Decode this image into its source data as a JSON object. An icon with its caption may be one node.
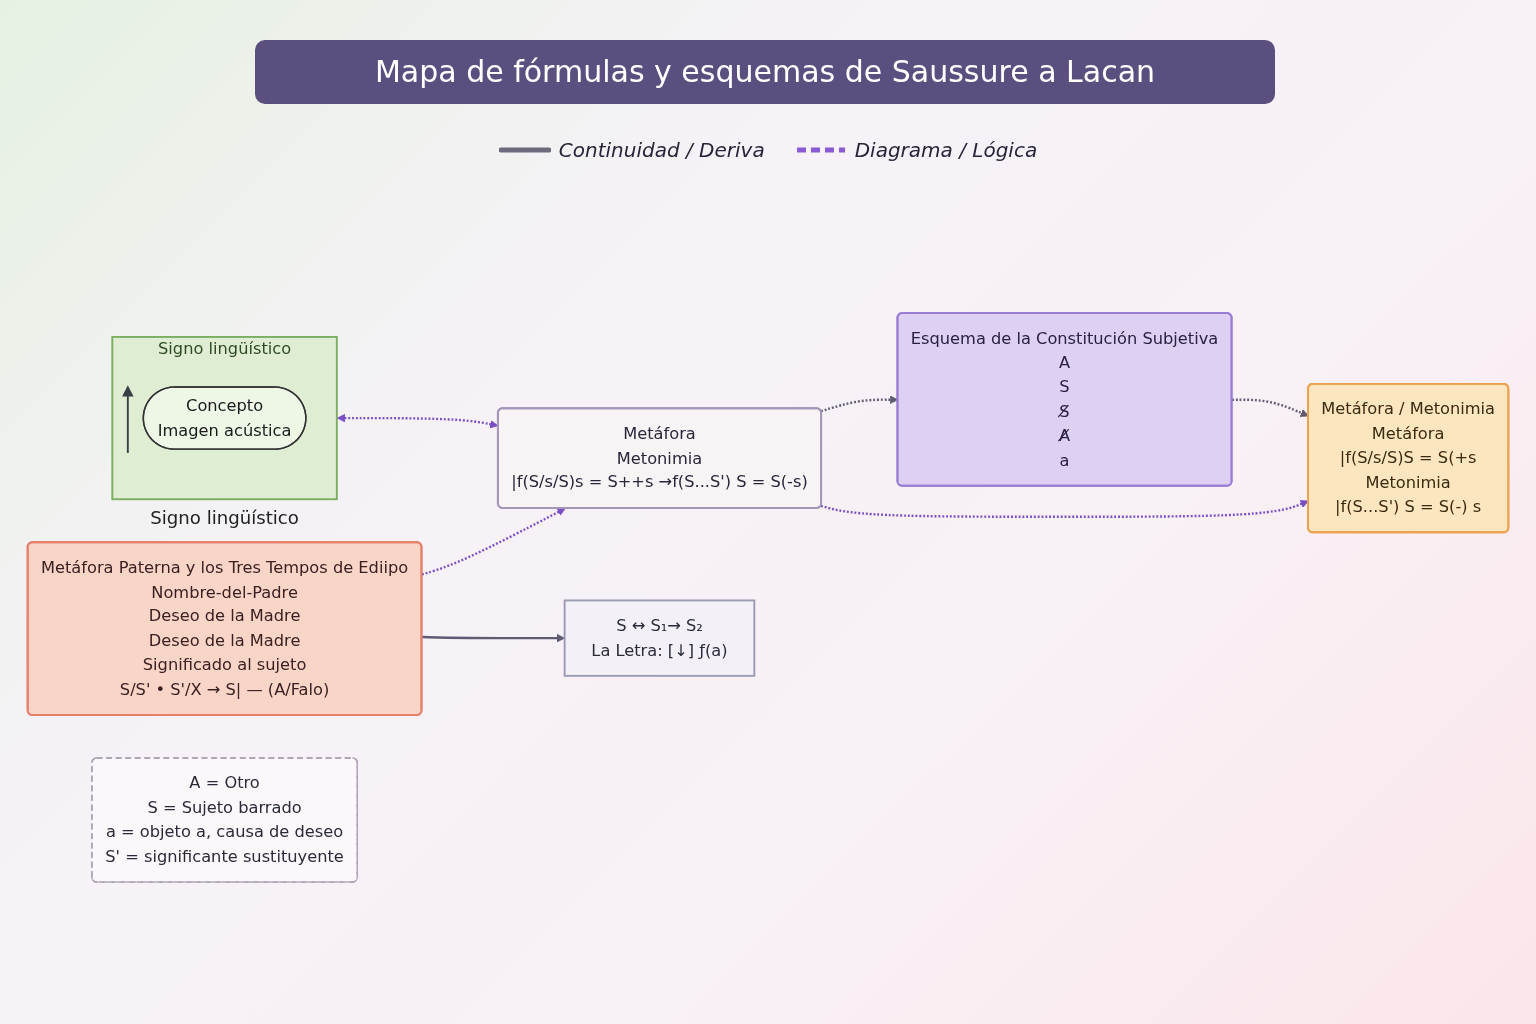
{
  "diagram": {
    "title": "Mapa de fórmulas y esquemas de Saussure a Lacan",
    "nodes": [
      {
        "text": [
          "Signo lingüístico"
        ],
        "beside": [
          "Signo lingüístico"
        ]
      },
      {
        "text": [
          "Concepto",
          "Imagen acústica"
        ],
        "in": 0
      },
      {
        "text": [
          "Metáfora",
          "Metonimia",
          "|f(S/s/S)s = S++s →f(S...S') S = S(-s)"
        ]
      },
      {
        "text": [
          "Esquema de la Constitución Subjetiva",
          "A",
          "S",
          "S̸",
          "A̸",
          "a"
        ]
      },
      {
        "text": [
          "Metáfora Paterna y los Tres Tempos de Ediipo",
          "Nombre-del-Padre",
          "Deseo de la Madre",
          "Deseo de la Madre",
          "Significado al sujeto",
          "S/S' • S'/X → S| — (A/Falo)"
        ]
      },
      {
        "text": [
          "S ↔ S₁→ S₂",
          "La Letra: [↓] ƒ(a)"
        ]
      },
      {
        "text": [
          "Metáfora / Metonimia",
          "Metáfora",
          "|f(S/s/S)S = S(+s",
          "Metonimia",
          "|f(S...S') S = S(-) s"
        ]
      },
      {
        "text": [
          "A = Otro",
          "S = Sujeto barrado",
          "a = objeto a, causa de deseo",
          "S' = significante sustituyente"
        ]
      }
    ],
    "edges": [
      {
        "from": 0,
        "to": 2,
        "arrow": "both",
        "style": "dashed",
        "color": "#7a4fc4"
      },
      {
        "from": 2,
        "to": 3,
        "arrow": "to",
        "style": "dashed"
      },
      {
        "from": 3,
        "to": 6,
        "arrow": "to",
        "style": "dashed"
      },
      {
        "from": 4,
        "to": 2,
        "arrow": "to",
        "style": "dashed",
        "color": "#7a4fc4"
      },
      {
        "from": 2,
        "to": 6,
        "arrow": "to",
        "style": "dashed",
        "color": "#7a4fc4"
      },
      {
        "from": 4,
        "to": 5,
        "arrow": "to"
      }
    ],
    "legend": [
      {
        "text": "Continuidad / Deriva"
      },
      {
        "text": "Diagrama / Lógica"
      }
    ]
  }
}
